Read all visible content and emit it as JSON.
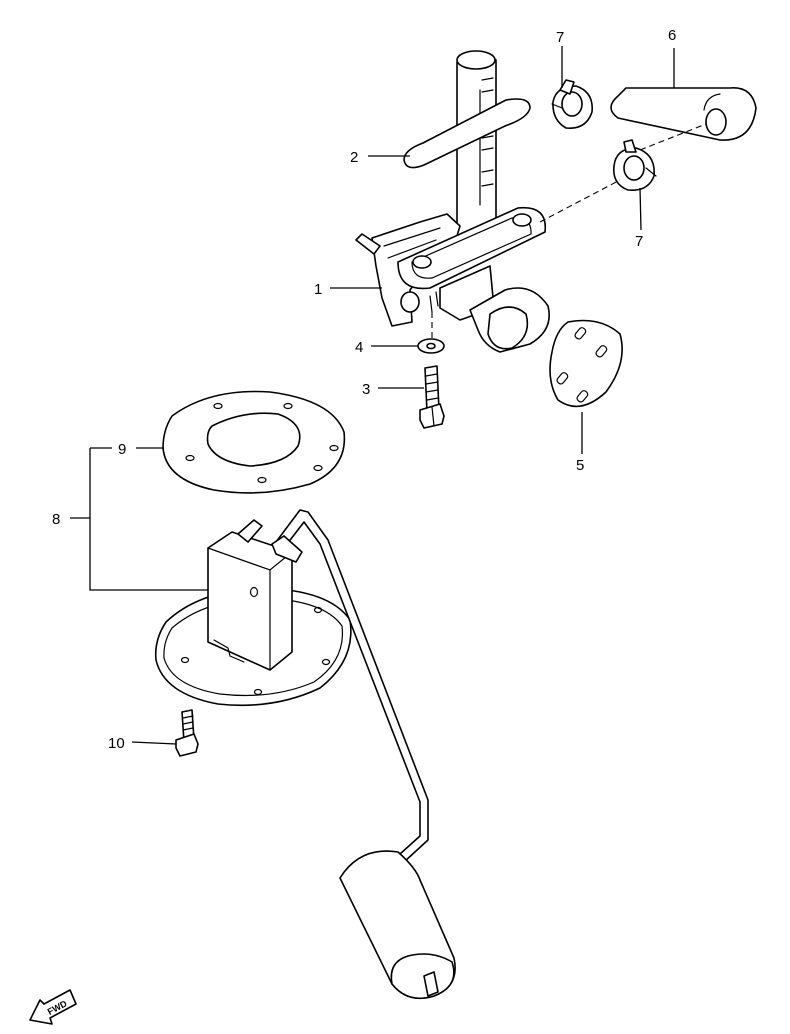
{
  "labels": {
    "l1": "1",
    "l2": "2",
    "l3": "3",
    "l4": "4",
    "l5": "5",
    "l6": "6",
    "l7a": "7",
    "l7b": "7",
    "l8": "8",
    "l9": "9",
    "l10": "10"
  },
  "fwd": "FWD"
}
